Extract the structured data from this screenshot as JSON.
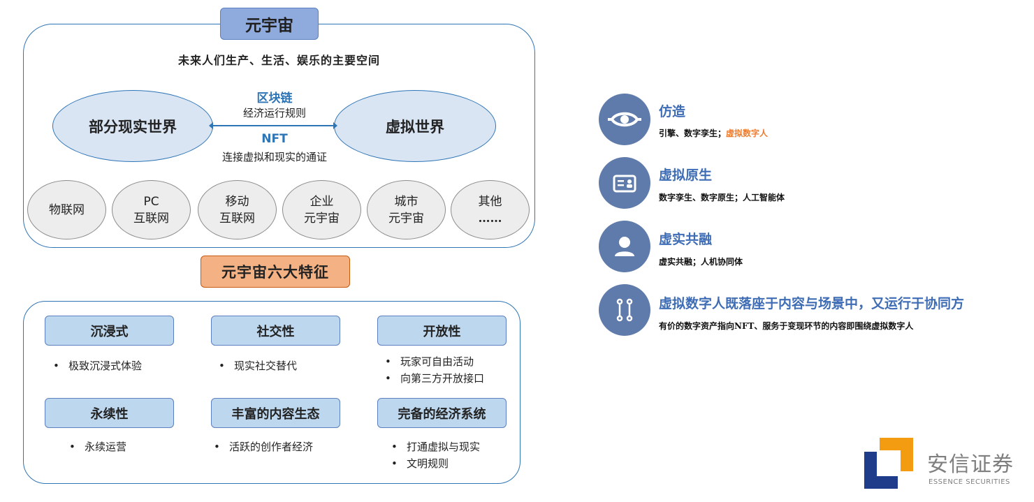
{
  "metaverse": {
    "title": "元宇宙",
    "subtitle": "未来人们生产、生活、娱乐的主要空间",
    "left_world": "部分现实世界",
    "right_world": "虚拟世界",
    "blockchain": {
      "name": "区块链",
      "desc": "经济运行规则"
    },
    "nft": {
      "name": "NFT",
      "desc": "连接虚拟和现实的通证"
    },
    "components": [
      {
        "line1": "物联网",
        "line2": ""
      },
      {
        "line1": "PC",
        "line2": "互联网"
      },
      {
        "line1": "移动",
        "line2": "互联网"
      },
      {
        "line1": "企业",
        "line2": "元宇宙"
      },
      {
        "line1": "城市",
        "line2": "元宇宙"
      },
      {
        "line1": "其他",
        "line2": "……"
      }
    ]
  },
  "features_title": "元宇宙六大特征",
  "features": [
    {
      "name": "沉浸式",
      "bullets": [
        "极致沉浸式体验"
      ]
    },
    {
      "name": "社交性",
      "bullets": [
        "现实社交替代"
      ]
    },
    {
      "name": "开放性",
      "bullets": [
        "玩家可自由活动",
        "向第三方开放接口"
      ]
    },
    {
      "name": "永续性",
      "bullets": [
        "永续运营"
      ]
    },
    {
      "name": "丰富的内容生态",
      "bullets": [
        "活跃的创作者经济"
      ]
    },
    {
      "name": "完备的经济系统",
      "bullets": [
        "打通虚拟与现实",
        "文明规则"
      ]
    }
  ],
  "stages": [
    {
      "icon": "eye-icon",
      "title": "仿造",
      "desc": "引擎、数字孪生；",
      "desc_highlight": "虚拟数字人"
    },
    {
      "icon": "id-card-icon",
      "title": "虚拟原生",
      "desc": "数字孪生、数字原生；人工智能体",
      "desc_highlight": ""
    },
    {
      "icon": "person-icon",
      "title": "虚实共融",
      "desc": "虚实共融；人机协同体",
      "desc_highlight": ""
    },
    {
      "icon": "link-icon",
      "title": "虚拟数字人既落座于内容与场景中，又运行于协同方",
      "desc": "有价的数字资产指向NFT、服务于变现环节的内容即围绕虚拟数字人",
      "desc_highlight": ""
    }
  ],
  "logo": {
    "cn": "安信证券",
    "en": "ESSENCE SECURITIES"
  },
  "colors": {
    "frame_blue": "#2e75b6",
    "title_blue": "#8faadc",
    "feature_head": "#bdd7ee",
    "orange_tag": "#f4b183",
    "icon_circle": "#5f7bab",
    "highlight_orange": "#ed7d31",
    "logo_blue": "#1f3c8a",
    "logo_orange": "#f39c12"
  }
}
